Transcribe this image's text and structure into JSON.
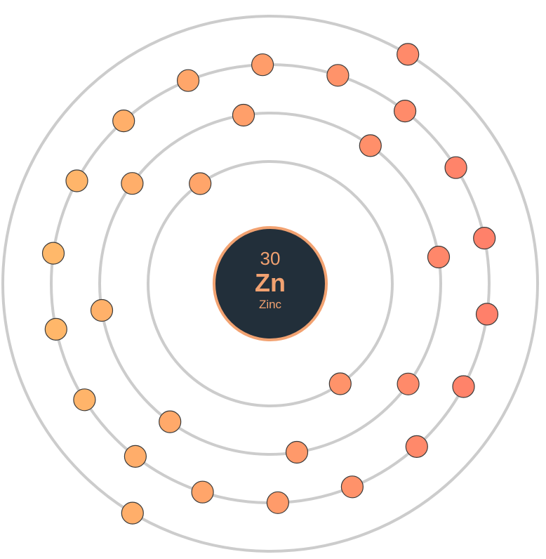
{
  "element": {
    "atomic_number": "30",
    "symbol": "Zn",
    "name": "Zinc"
  },
  "shells": [
    {
      "electrons": 2,
      "start_angle_deg": -125
    },
    {
      "electrons": 8,
      "start_angle_deg": -99
    },
    {
      "electrons": 18,
      "start_angle_deg": -72
    },
    {
      "electrons": 2,
      "start_angle_deg": -59
    }
  ],
  "colors": {
    "orbit": "#cccccc",
    "nucleus_fill": "#222f3a",
    "nucleus_ring": "#f2a271",
    "nucleus_text": "#f2a271",
    "electron_gradient_start": "#ffbe6a",
    "electron_gradient_end": "#ff7a6a",
    "electron_stroke": "#3a3a3a"
  }
}
